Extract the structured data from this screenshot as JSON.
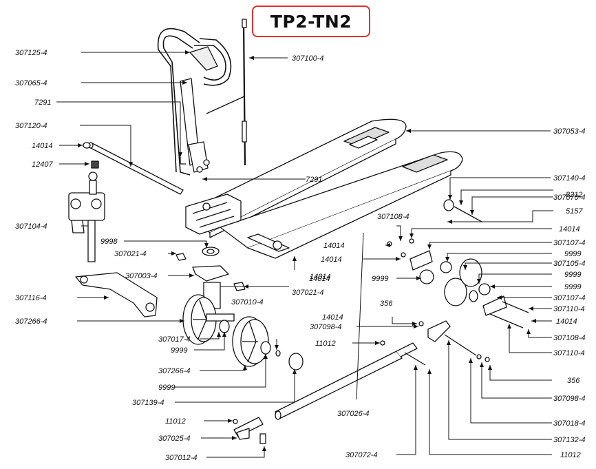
{
  "title": "TP2-TN2",
  "accent_color": "#e0312b",
  "labels": {
    "l_307125": "307125-4",
    "l_307065": "307065-4",
    "l_7291a": "7291",
    "l_307120": "307120-4",
    "l_14014a": "14014",
    "l_12407": "12407",
    "l_307104": "307104-4",
    "l_9998": "9998",
    "l_307021a": "307021-4",
    "l_307003": "307003-4",
    "l_307116": "307116-4",
    "l_307266a": "307266-4",
    "l_307017": "307017-4",
    "l_9999a": "9999",
    "l_307266b": "307266-4",
    "l_9999b": "9999",
    "l_307139": "307139-4",
    "l_11012a": "11012",
    "l_307025": "307025-4",
    "l_307012": "307012-4",
    "l_307100": "307100-4",
    "l_7291b": "7291",
    "l_307010": "307010-4",
    "l_307021b": "307021-4",
    "l_14014b": "14014",
    "l_14014c": "14014",
    "l_307098a": "307098-4",
    "l_11012b": "11012",
    "l_307026": "307026-4",
    "l_307072": "307072-4",
    "l_14014d": "14014",
    "l_14014e": "14014",
    "l_14014f": "14014",
    "l_9999c": "9999",
    "l_356a": "356",
    "l_307108a": "307108-4",
    "l_307053": "307053-4",
    "l_307140": "307140-4",
    "l_307070": "307070-4",
    "l_8212": "8212",
    "l_5157": "5157",
    "l_14014g": "14014",
    "l_307107a": "307107-4",
    "l_9999d": "9999",
    "l_307105": "307105-4",
    "l_9999e": "9999",
    "l_9999f": "9999",
    "l_307107b": "307107-4",
    "l_307110a": "307110-4",
    "l_14014h": "14014",
    "l_307108b": "307108-4",
    "l_307110b": "307110-4",
    "l_356b": "356",
    "l_307098b": "307098-4",
    "l_307018": "307018-4",
    "l_307132": "307132-4",
    "l_11012c": "11012"
  }
}
